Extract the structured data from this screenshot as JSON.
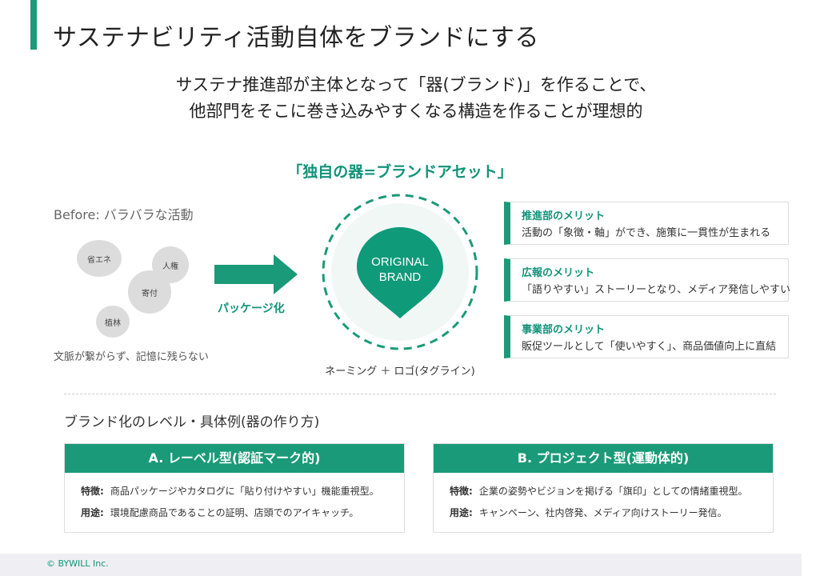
{
  "header": {
    "title": "サステナビリティ活動自体をブランドにする"
  },
  "lead": {
    "line1": "サステナ推進部が主体となって「器(ブランド)」を作ることで、",
    "line2": "他部門をそこに巻き込みやすくなる構造を作ることが理想的"
  },
  "asset": {
    "title": "「独自の器=ブランドアセット」",
    "brand_line1": "ORIGINAL",
    "brand_line2": "BRAND",
    "naming": "ネーミング ＋ ロゴ(タグライン)"
  },
  "before": {
    "title": "Before: バラバラな活動",
    "circles": [
      "省エネ",
      "人権",
      "寄付",
      "植林"
    ],
    "note": "文脈が繋がらず、記憶に残らない"
  },
  "package_label": "パッケージ化",
  "merits": [
    {
      "title": "推進部のメリット",
      "desc": "活動の「象徴・軸」ができ、施策に一貫性が生まれる"
    },
    {
      "title": "広報のメリット",
      "desc": "「語りやすい」ストーリーとなり、メディア発信しやすい"
    },
    {
      "title": "事業部のメリット",
      "desc": "販促ツールとして「使いやすく」、商品価値向上に直結"
    }
  ],
  "levels": {
    "title": "ブランド化のレベル・具体例(器の作り方)",
    "cards": [
      {
        "head": "A. レーベル型(認証マーク的)",
        "feature_label": "特徴:",
        "feature": "商品パッケージやカタログに「貼り付けやすい」機能重視型。",
        "use_label": "用途:",
        "use": "環境配慮商品であることの証明、店頭でのアイキャッチ。"
      },
      {
        "head": "B. プロジェクト型(運動体的)",
        "feature_label": "特徴:",
        "feature": "企業の姿勢やビジョンを掲げる「旗印」としての情緒重視型。",
        "use_label": "用途:",
        "use": "キャンペーン、社内啓発、メディア向けストーリー発信。"
      }
    ]
  },
  "footer": {
    "copyright": "© BYWILL Inc."
  },
  "colors": {
    "accent": "#1a9a78",
    "accent_text": "#11937a",
    "circle_gray": "#dcdcdc",
    "footer_bg": "#efeff3"
  }
}
